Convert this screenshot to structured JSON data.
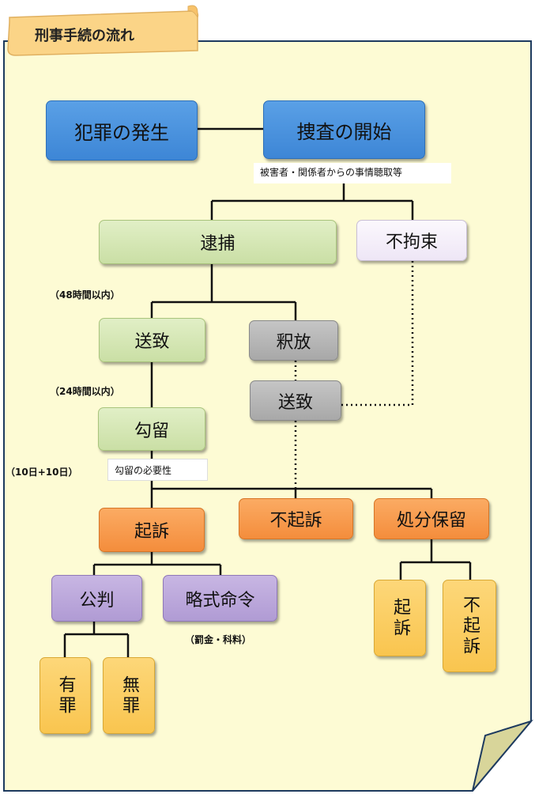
{
  "title": "刑事手続の流れ",
  "nodes": {
    "crime": "犯罪の発生",
    "investigation": "捜査の開始",
    "arrest": "逮捕",
    "no_custody": "不拘束",
    "referral_1": "送致",
    "release": "釈放",
    "referral_2": "送致",
    "detention": "勾留",
    "indictment": "起訴",
    "non_indictment": "不起訴",
    "suspended": "処分保留",
    "trial": "公判",
    "summary_order": "略式命令",
    "guilty": "有罪",
    "not_guilty": "無罪",
    "indict_2": "起訴",
    "non_indict_2": "不起訴"
  },
  "notes": {
    "hearing": "被害者・関係者からの事情聴取等",
    "necessity": "勾留の必要性"
  },
  "labels": {
    "within_48h": "（48時間以内）",
    "within_24h": "（24時間以内）",
    "days_10_10": "（10日+10日）",
    "fine": "（罰金・科料）"
  },
  "colors": {
    "paper": "#fdfbd4",
    "paper_border": "#1d3a5f",
    "tab": "#fbd487",
    "line": "#111111"
  }
}
